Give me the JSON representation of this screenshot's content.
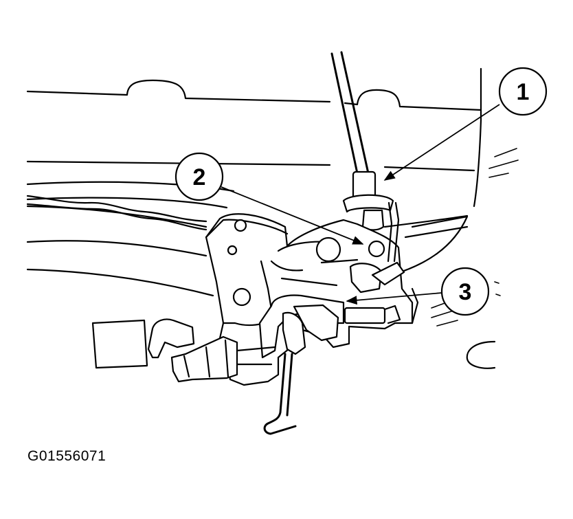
{
  "callouts": [
    {
      "label": "1"
    },
    {
      "label": "2"
    },
    {
      "label": "3"
    }
  ],
  "figure_id": "G01556071"
}
